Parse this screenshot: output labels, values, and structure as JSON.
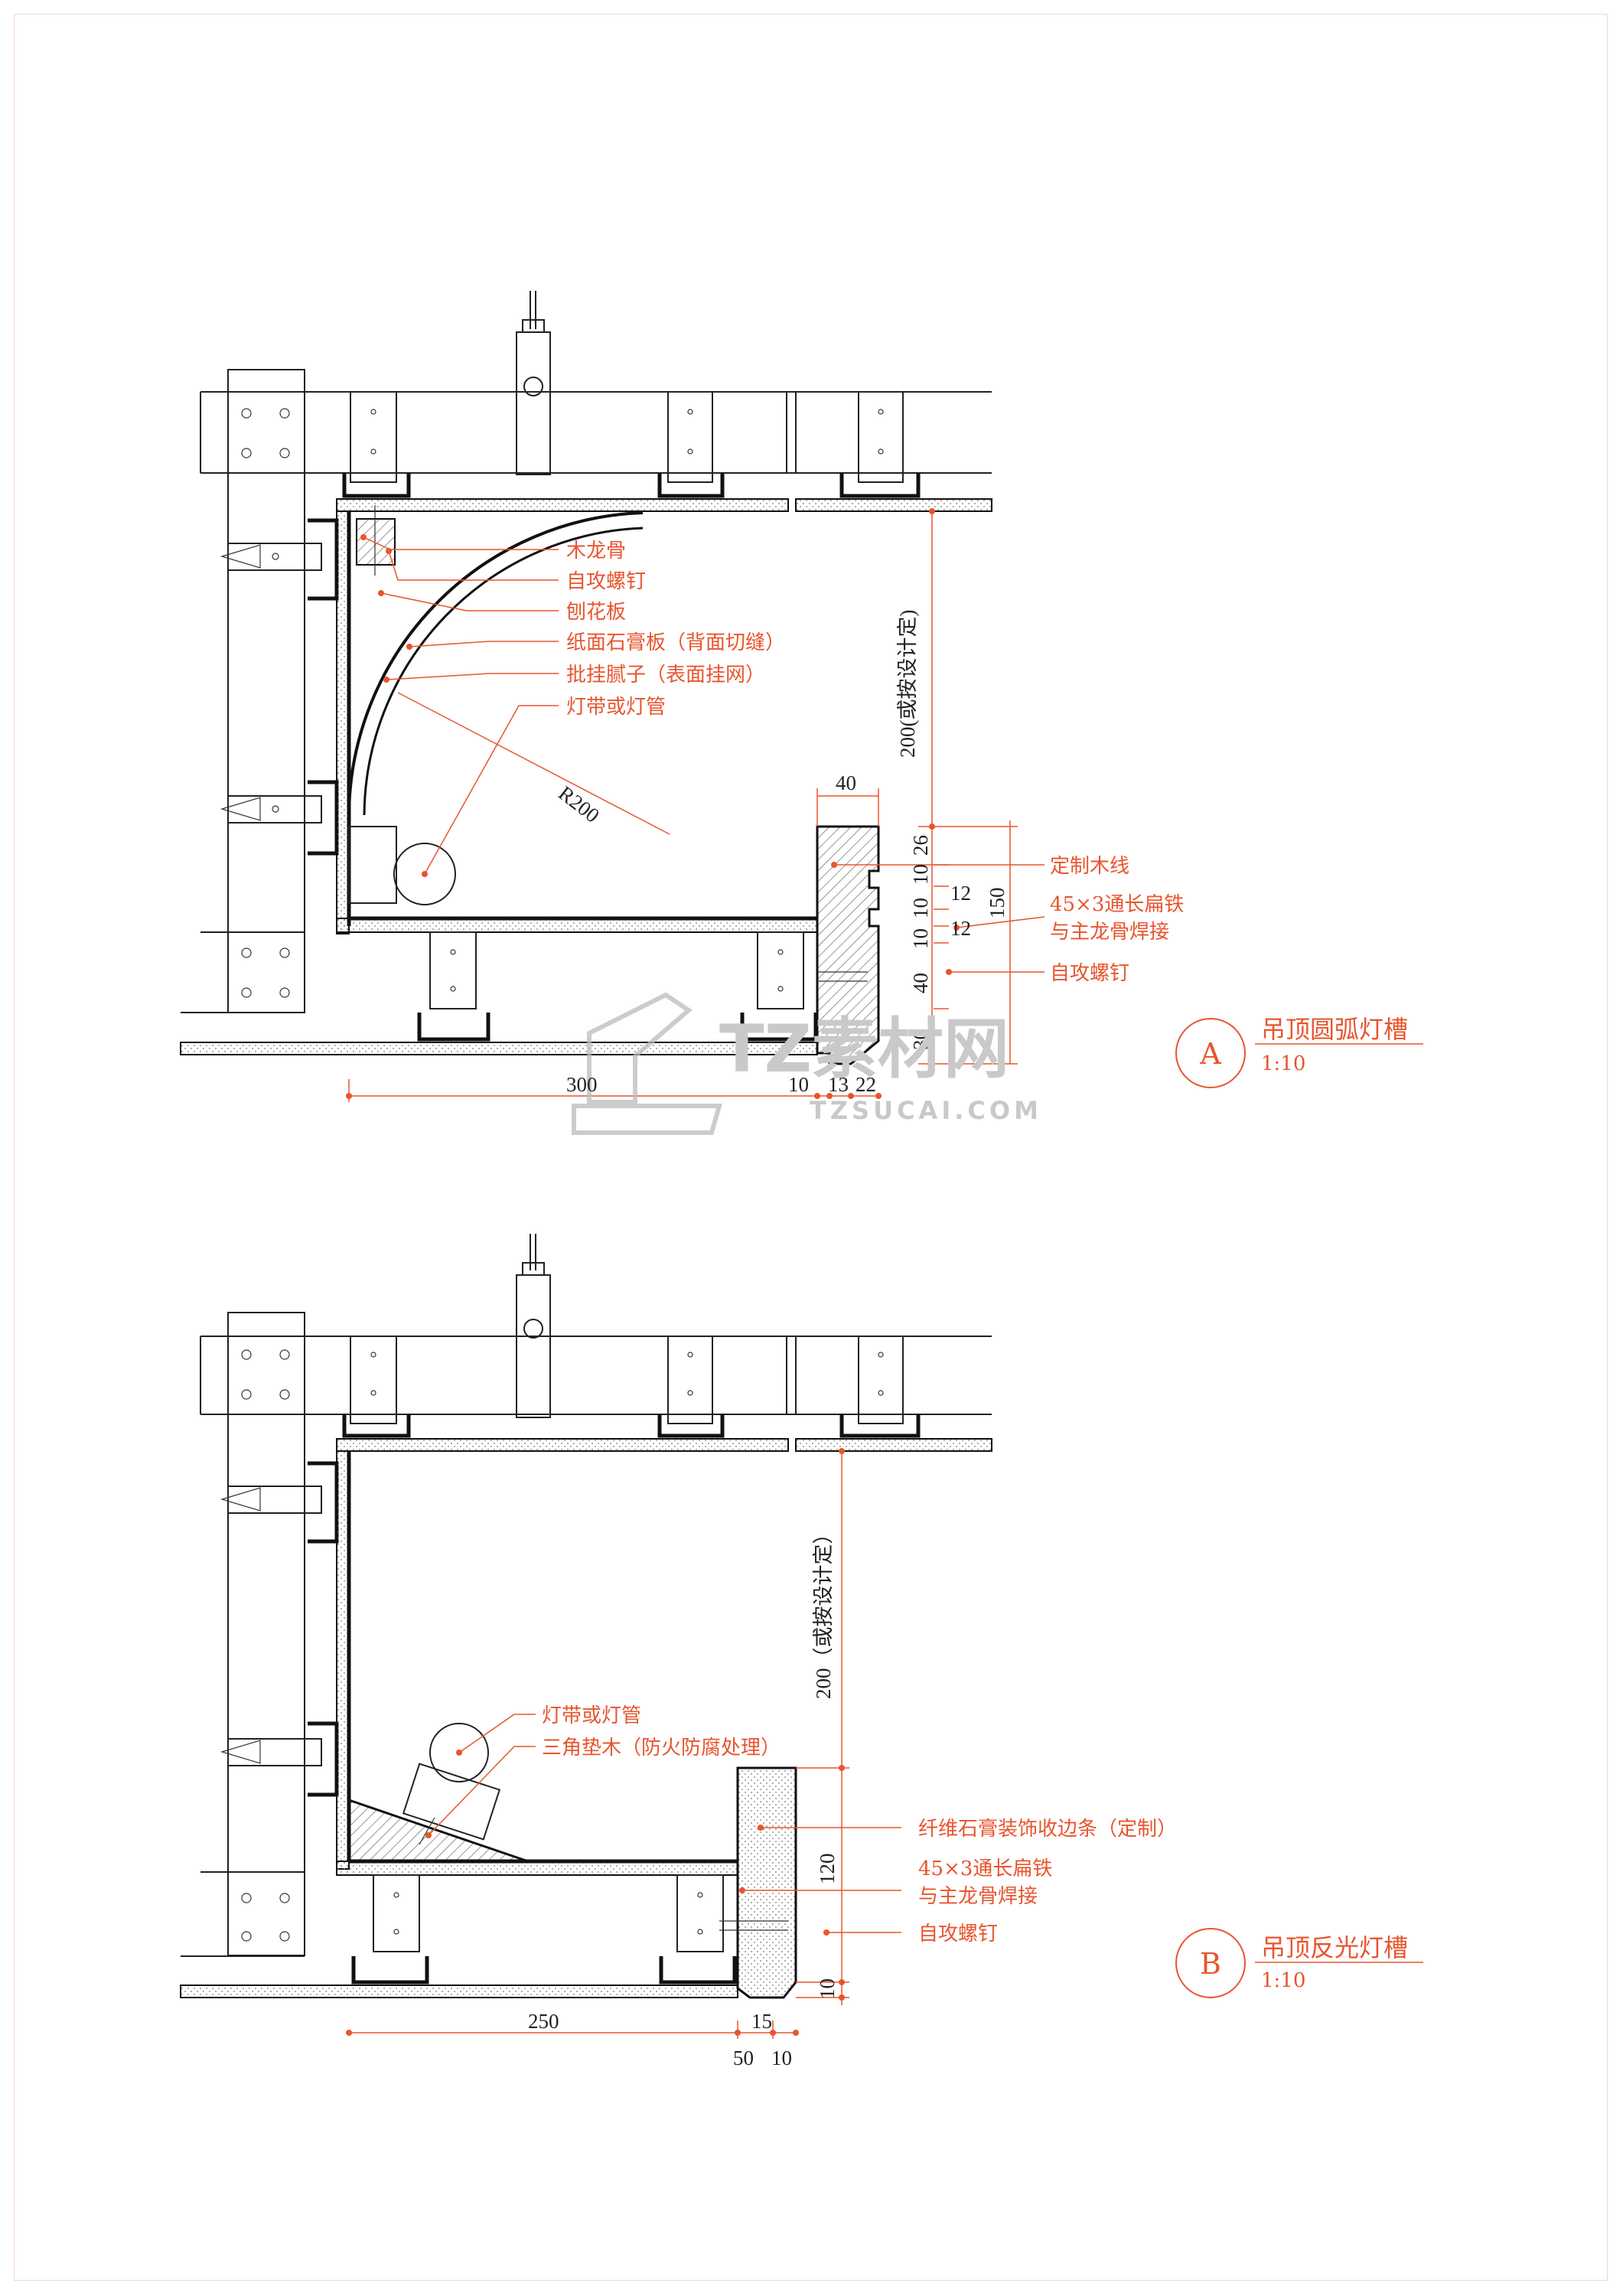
{
  "detail_a": {
    "marker": "A",
    "title": "吊顶圆弧灯槽",
    "scale": "1:10",
    "radius_label": "R200",
    "callouts": [
      "木龙骨",
      "自攻螺钉",
      "刨花板",
      "纸面石膏板（背面切缝）",
      "批挂腻子（表面挂网）",
      "灯带或灯管"
    ],
    "right_callouts": [
      "定制木线",
      "45×3通长扁铁",
      "与主龙骨焊接",
      "自攻螺钉"
    ],
    "vertical_dim": "200(或按设计定)",
    "dims": {
      "width_40": "40",
      "h_26": "26",
      "h_10a": "10",
      "h_12a": "12",
      "h_10b": "10",
      "h_10c": "10",
      "h_12b": "12",
      "h_40": "40",
      "h_30": "30",
      "h_150": "150",
      "b_300": "300",
      "b_10": "10",
      "b_13": "13",
      "b_22": "22"
    }
  },
  "detail_b": {
    "marker": "B",
    "title": "吊顶反光灯槽",
    "scale": "1:10",
    "callouts": [
      "灯带或灯管",
      "三角垫木（防火防腐处理）"
    ],
    "right_callouts": [
      "纤维石膏装饰收边条（定制）",
      "45×3通长扁铁",
      "与主龙骨焊接",
      "自攻螺钉"
    ],
    "vertical_dim": "200（或按设计定）",
    "dims": {
      "h_120": "120",
      "h_10": "10",
      "b_250": "250",
      "b_15": "15",
      "b_50": "50",
      "b_10": "10"
    }
  },
  "watermark": {
    "brand": "TZ素材网",
    "url": "TZSUCAI.COM"
  },
  "colors": {
    "accent": "#e8552e",
    "line": "#222222",
    "watermark": "#c9c9c9"
  }
}
